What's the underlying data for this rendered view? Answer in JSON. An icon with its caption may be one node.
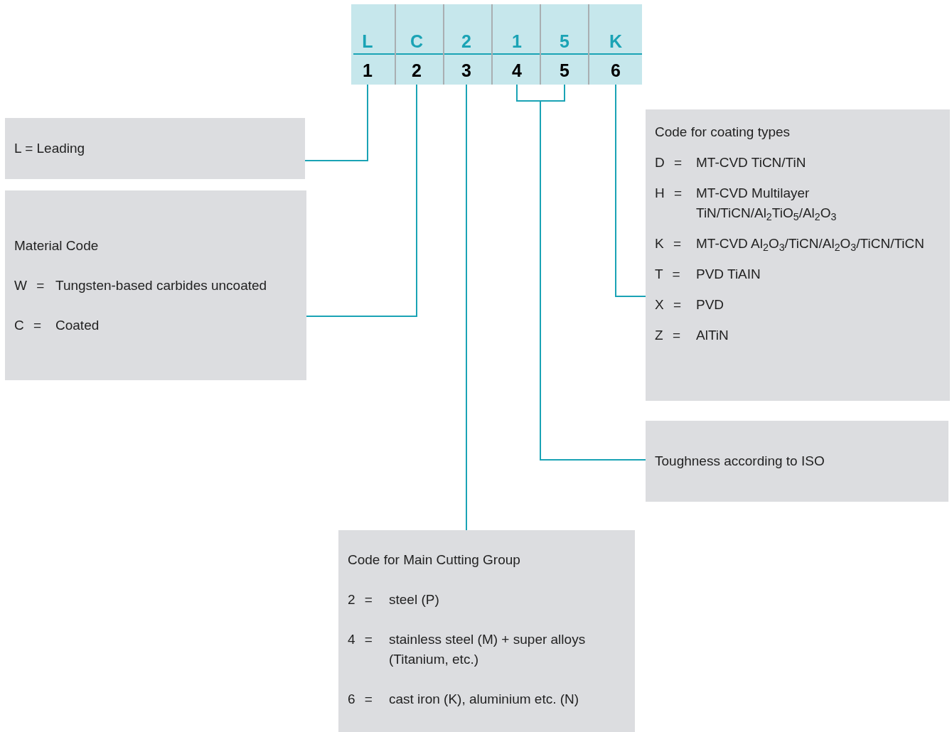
{
  "diagram": {
    "nodes": [
      {
        "text": [
          "L",
          "1"
        ]
      },
      {
        "text": [
          "C",
          "2"
        ]
      },
      {
        "text": [
          "2",
          "3"
        ]
      },
      {
        "text": [
          "1",
          "4"
        ]
      },
      {
        "text": [
          "5",
          "5"
        ]
      },
      {
        "text": [
          "K",
          "6"
        ]
      },
      {
        "text": [
          "L = Leading"
        ]
      },
      {
        "text": [
          "Code for coating types",
          "D =",
          "MT-CVD TiCN/TiN",
          "H =",
          "MT-CVD Multilayer TiN/TiCN/Al$_{2}$TiO$_{5}$/Al$_{2}$O$_{3}$",
          "K =",
          "MT-CVD Al$_{2}$O$_{3}$/TiCN/Al$_{2}$O$_{3}$/TiCN/TiCN",
          "T =",
          "PVD TiAIN",
          "X =",
          "PVD",
          "Z =",
          "AlTiN"
        ]
      },
      {
        "text": [
          "Material Code",
          "W =",
          "Tungsten-based carbides uncoated",
          "C =",
          "Coated"
        ]
      },
      {
        "text": [
          "Toughness according to ISO"
        ]
      },
      {
        "text": [
          "Code for Main Cutting Group",
          "2 =",
          "steel (P)",
          "4 =",
          "stainless steel (M) + super alloys (Titanium, etc.)",
          "6 =",
          "cast iron (K), aluminium etc. (N)"
        ]
      }
    ],
    "edges": [
      {
        "from": 0,
        "to": 6,
        "arrow": "none"
      },
      {
        "from": 1,
        "to": 8,
        "arrow": "none"
      },
      {
        "from": 2,
        "to": 10,
        "arrow": "none"
      },
      {
        "from": 3,
        "to": 9,
        "arrow": "none"
      },
      {
        "from": 4,
        "to": 9,
        "arrow": "none"
      },
      {
        "from": 5,
        "to": 7,
        "arrow": "none"
      }
    ]
  }
}
